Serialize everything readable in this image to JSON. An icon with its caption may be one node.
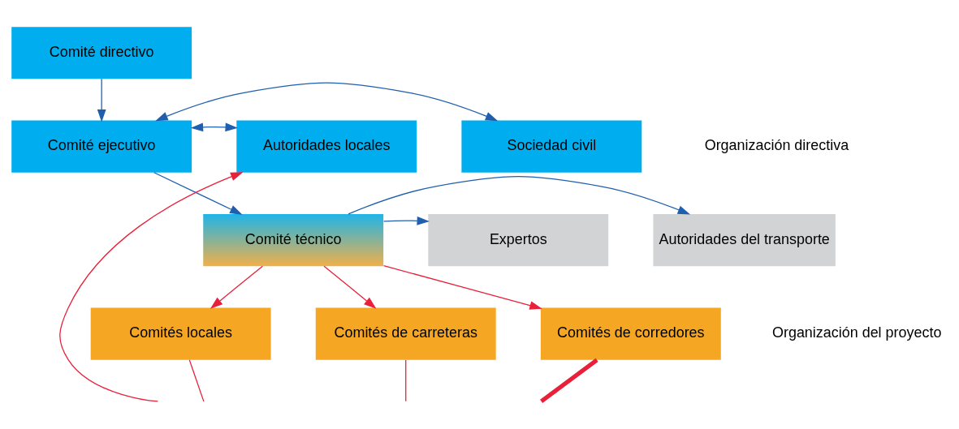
{
  "diagram": {
    "nodes": [
      {
        "text": [
          "Comité directivo"
        ]
      },
      {
        "text": [
          "Autoridades locales"
        ]
      },
      {
        "text": [
          "Comité ejecutivo"
        ]
      },
      {
        "text": [
          "Sociedad civil"
        ]
      },
      {
        "text": [
          "Autoridades del transporte"
        ]
      },
      {
        "text": [
          "Comité técnico"
        ]
      },
      {
        "text": [
          "Expertos"
        ]
      },
      {
        "text": [
          "Comités locales"
        ]
      },
      {
        "text": [
          "Comités de carreteras"
        ]
      },
      {
        "text": [
          "Comités de corredores"
        ]
      }
    ],
    "edges": [
      {
        "from": 0,
        "to": 2,
        "arrow": "to",
        "color": "#1f5fad"
      },
      {
        "from": 2,
        "to": 1,
        "arrow": "both",
        "color": "#1f5fad"
      },
      {
        "from": 2,
        "to": 3,
        "arrow": "both",
        "color": "#1f5fad"
      },
      {
        "from": 2,
        "to": 5,
        "arrow": "to",
        "color": "#1f5fad"
      },
      {
        "from": 5,
        "to": 4,
        "arrow": "to",
        "color": "#1f5fad"
      },
      {
        "from": 5,
        "to": 6,
        "arrow": "to",
        "color": "#1f5fad"
      },
      {
        "from": 5,
        "to": 7,
        "arrow": "to",
        "color": "#e8203a"
      },
      {
        "from": 5,
        "to": 8,
        "arrow": "to",
        "color": "#e8203a"
      },
      {
        "from": 5,
        "to": 9,
        "arrow": "to",
        "color": "#e8203a"
      },
      {
        "from": null,
        "to": 1,
        "arrow": "to",
        "color": "#e8203a"
      },
      {
        "from": 7,
        "to": null,
        "arrow": "none",
        "color": "#e8203a"
      },
      {
        "from": 8,
        "to": null,
        "arrow": "none",
        "color": "#e8203a"
      },
      {
        "from": 9,
        "to": null,
        "arrow": "none",
        "color": "#e8203a",
        "style": "thick"
      }
    ],
    "labels": [
      "Organización directiva",
      "Organización del proyecto"
    ]
  }
}
